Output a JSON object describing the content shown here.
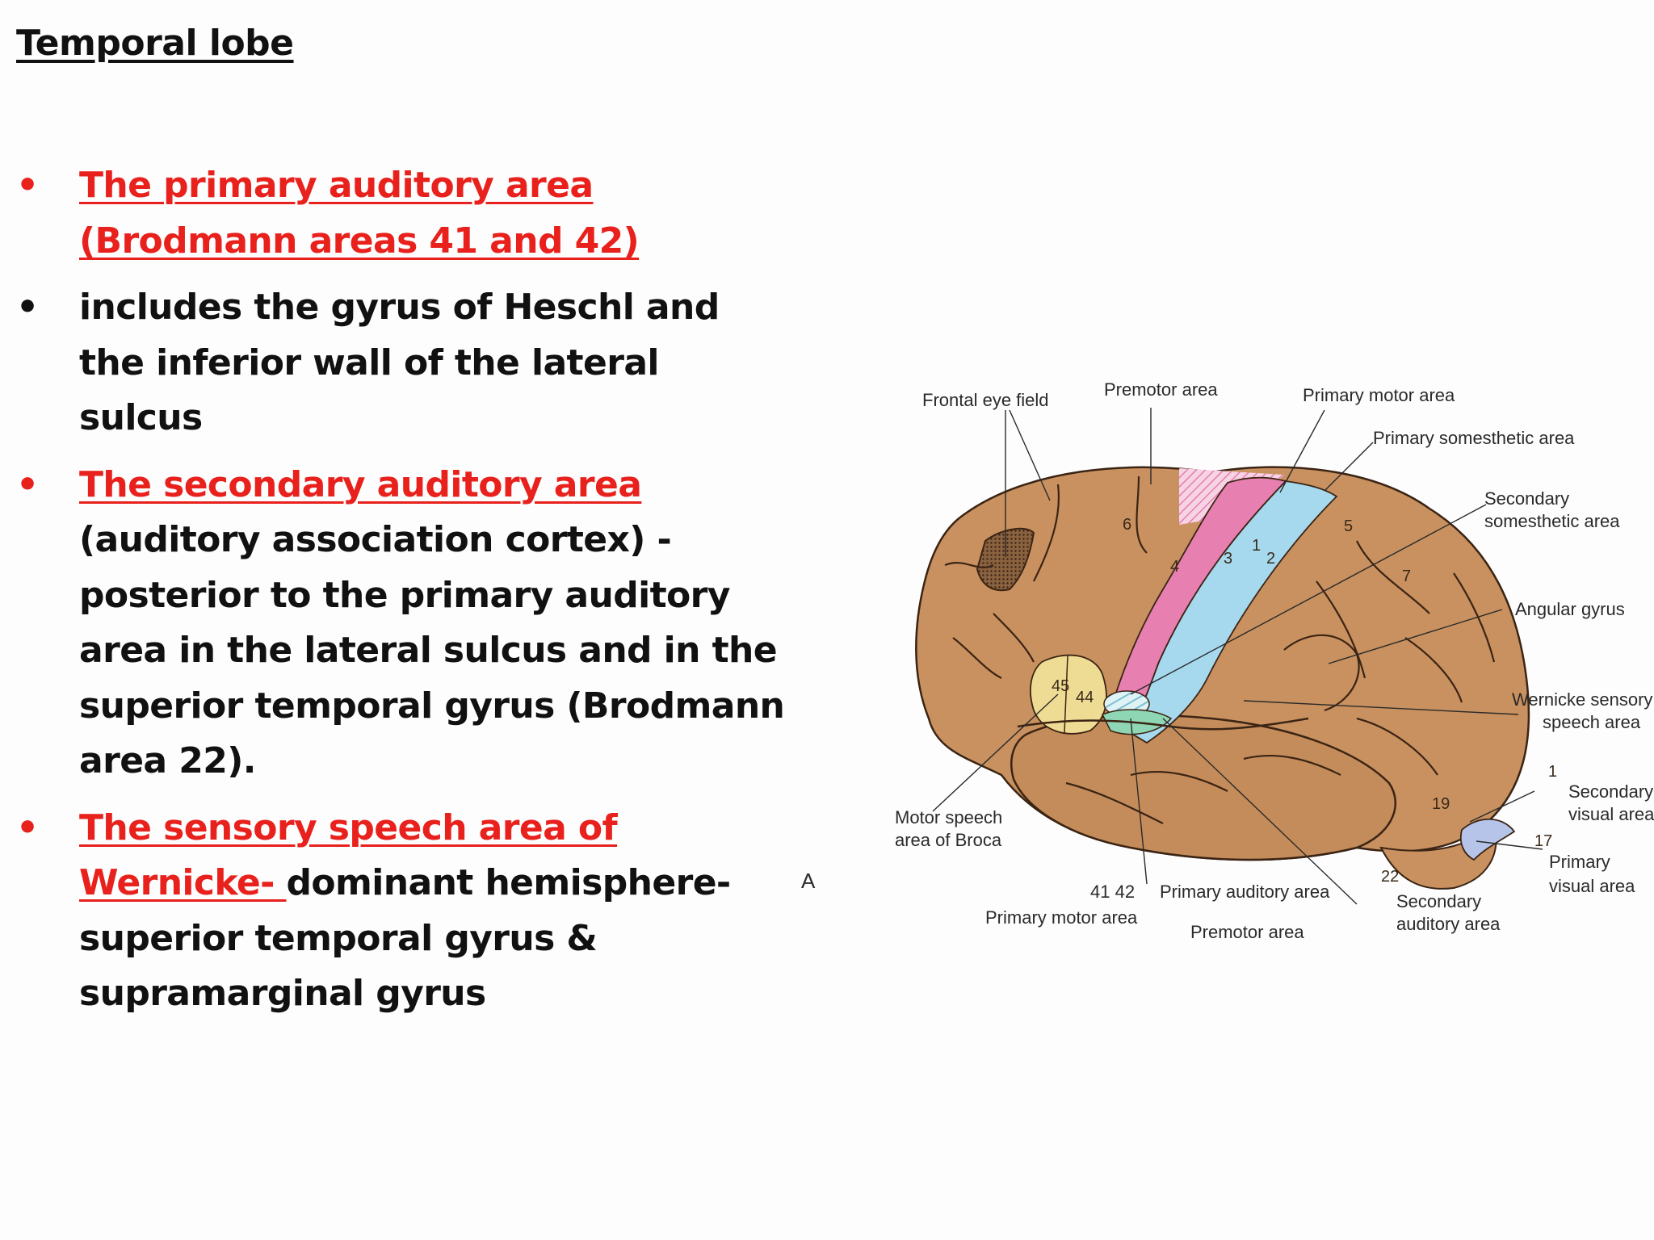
{
  "slide": {
    "title": " Temporal lobe",
    "bullets": [
      {
        "red": "The primary auditory area (Brodmann areas 41 and 42)",
        "rest": ""
      },
      {
        "red": "",
        "rest": "includes the gyrus of Heschl and the inferior wall of the lateral sulcus"
      },
      {
        "red": "The secondary auditory area",
        "rest": "(auditory association cortex) - posterior to the primary auditory area  in the lateral sulcus and in the superior temporal gyrus (Brodmann area 22)."
      },
      {
        "red": "Wernicke- ",
        "red_prefix": "The sensory speech area of",
        "rest": "dominant hemisphere- superior temporal gyrus & supramarginal gyrus"
      }
    ],
    "bullet_glyph": "•"
  },
  "diagram": {
    "labels": {
      "frontal_eye_field": "Frontal eye field",
      "premotor_area_top": "Premotor area",
      "primary_motor_area_top": "Primary motor area",
      "primary_somesthetic_area": "Primary somesthetic area",
      "secondary_somesthetic_1": "Secondary",
      "secondary_somesthetic_2": "somesthetic area",
      "angular_gyrus": "Angular gyrus",
      "wernicke_1": "Wernicke sensory",
      "wernicke_2": "speech area",
      "secondary_visual_1": "Secondary",
      "secondary_visual_2": "visual area",
      "primary_visual_1": "Primary",
      "primary_visual_2": "visual area",
      "motor_speech_1": "Motor speech",
      "motor_speech_2": "area of Broca",
      "figure_letter": "A",
      "nums_41_42": "41  42",
      "primary_auditory_area": "Primary auditory area",
      "secondary_auditory_1": "Secondary",
      "secondary_auditory_2": "auditory area",
      "primary_motor_area_bottom": "Primary motor area",
      "premotor_area_bottom": "Premotor area"
    },
    "area_numbers": {
      "a6": "6",
      "a4": "4",
      "a3": "3",
      "a1": "1",
      "a2": "2",
      "a5": "5",
      "a7": "7",
      "a45": "45",
      "a44": "44",
      "a19": "19",
      "a22": "22",
      "a1b": "1",
      "a17": "17"
    },
    "colors": {
      "brain": "#c8915f",
      "sulcus": "#3b2414",
      "motor": "#e77fb0",
      "somesthetic": "#a6d8ee",
      "broca": "#efdc94",
      "auditory": "#8fd6b4",
      "visual": "#b5c4e8",
      "premotor_hatch": "#f0a8c8",
      "frontal_eye": "#6b4a2a"
    }
  }
}
